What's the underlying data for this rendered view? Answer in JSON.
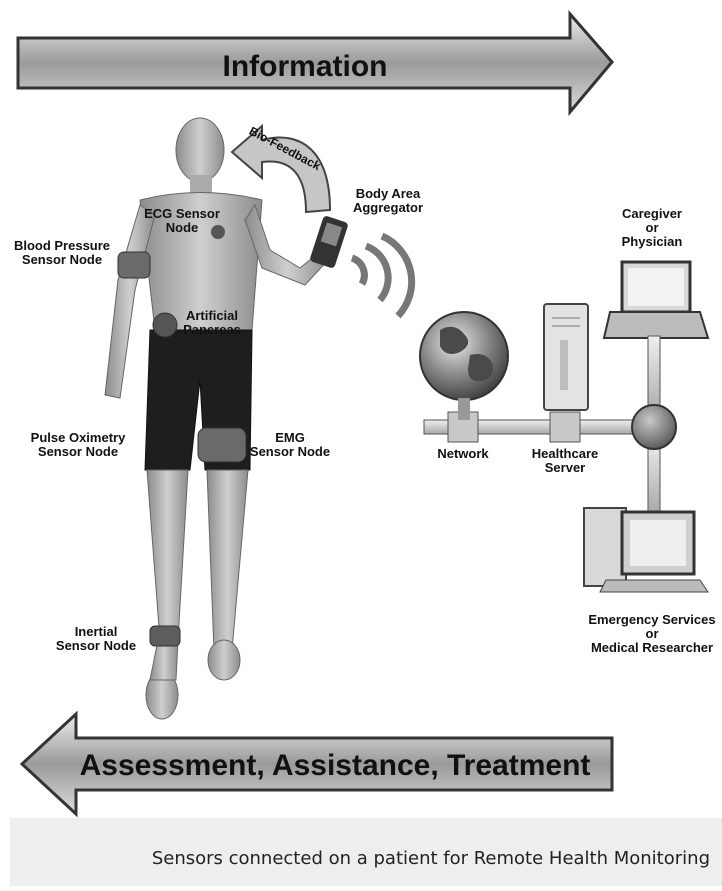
{
  "arrows": {
    "top": "Information",
    "bottom": "Assessment, Assistance, Treatment"
  },
  "feedback_label": "Bio-Feedback",
  "sensors": {
    "ecg": [
      "ECG Sensor",
      "Node"
    ],
    "blood_pressure": [
      "Blood Pressure",
      "Sensor Node"
    ],
    "pancreas": [
      "Artificial",
      "Pancreas"
    ],
    "pulse_oximetry": [
      "Pulse Oximetry",
      "Sensor Node"
    ],
    "emg": [
      "EMG",
      "Sensor Node"
    ],
    "inertial": [
      "Inertial",
      "Sensor Node"
    ]
  },
  "aggregator": [
    "Body Area",
    "Aggregator"
  ],
  "infrastructure": {
    "network": "Network",
    "server": [
      "Healthcare",
      "Server"
    ],
    "caregiver": [
      "Caregiver",
      "or",
      "Physician"
    ],
    "emergency": [
      "Emergency Services",
      "or",
      "Medical Researcher"
    ]
  },
  "caption": "Sensors connected on a patient for Remote Health Monitoring",
  "colors": {
    "arrow_dark": "#3a3a3a",
    "arrow_light": "#d9d9d9",
    "skin": "#b8b8b8",
    "shorts": "#1e1e1e"
  }
}
